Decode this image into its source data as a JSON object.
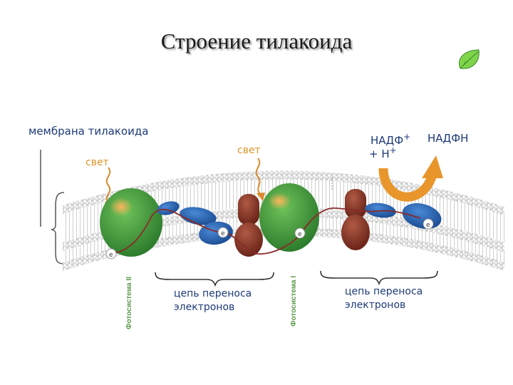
{
  "title": "Строение тилакоида",
  "labels": {
    "membrane": "мембрана тилакоида",
    "light_left": "свет",
    "light_center": "свет",
    "nadp": "НАДФ",
    "nadp_charge": "+",
    "h_plus_prefix": "+ Н",
    "h_plus_charge": "+",
    "nadph": "НАДФН",
    "chain_left": "цепь переноса электронов",
    "chain_right": "цепь переноса электронов",
    "ps_left": "Фотосистема II",
    "ps_right": "Фотосистема I",
    "electron": "e"
  },
  "colors": {
    "title": "#1a1a1a",
    "label_blue": "#1d3a78",
    "light_orange": "#e0962a",
    "photosystem_green": "#3e9a3e",
    "cytochrome_brown": "#8a3a2a",
    "carrier_blue": "#2a5fa8",
    "arrow_orange": "#e8962c"
  },
  "icons": {
    "leaf": "green-leaf-icon"
  }
}
